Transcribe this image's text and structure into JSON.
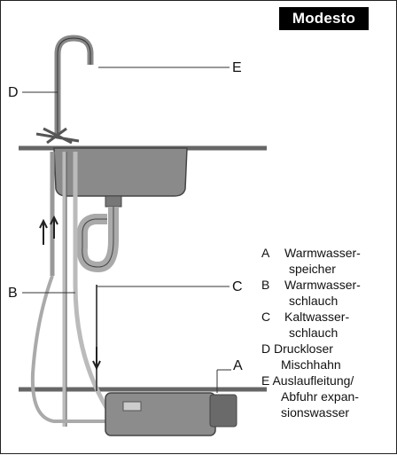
{
  "brand": "Modesto",
  "callouts": {
    "a": "A",
    "b": "B",
    "c": "C",
    "d": "D",
    "e": "E"
  },
  "legend": [
    {
      "key": "A",
      "line1": "Warmwasser-",
      "line2": "speicher"
    },
    {
      "key": "B",
      "line1": "Warmwasser-",
      "line2": "schlauch"
    },
    {
      "key": "C",
      "line1": "Kaltwasser-",
      "line2": "schlauch"
    },
    {
      "key": "D",
      "line1": "Druckloser",
      "line2": "Mischhahn"
    },
    {
      "key": "E",
      "line1": "Auslaufleitung/",
      "line2": "Abfuhr expan-",
      "line3": "sionswasser"
    }
  ]
}
